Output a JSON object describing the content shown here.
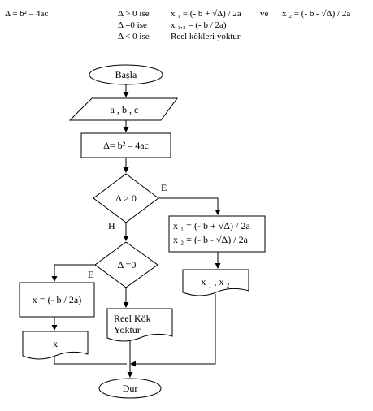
{
  "header": {
    "formula_left": "Δ = b² – 4ac",
    "case1_cond": "Δ > 0  ise",
    "case1_x1": "x ₁ = (- b + √Δ) / 2a",
    "case1_ve": "ve",
    "case1_x2": "x ₂ = (- b - √Δ) / 2a",
    "case2_cond": "Δ =0  ise",
    "case2_x12": "x ₁,₂ = (- b / 2a)",
    "case3_cond": "Δ < 0  ise",
    "case3_text": "Reel kökleri yoktur"
  },
  "flowchart": {
    "start": "Başla",
    "input": "a , b , c",
    "compute": "Δ= b² – 4ac",
    "decision1": "Δ > 0",
    "decision1_yes": "E",
    "decision1_no": "H",
    "roots_line1": "x ₁ = (- b + √Δ) / 2a",
    "roots_line2": "x ₂ = (- b - √Δ) / 2a",
    "output_roots": "x ₁ ,  x ₂",
    "decision2": "Δ =0",
    "decision2_yes": "E",
    "double_root": "x = (- b / 2a)",
    "no_real_line1": "Reel Kök",
    "no_real_line2": "Yoktur",
    "output_x": "x",
    "end": "Dur"
  }
}
